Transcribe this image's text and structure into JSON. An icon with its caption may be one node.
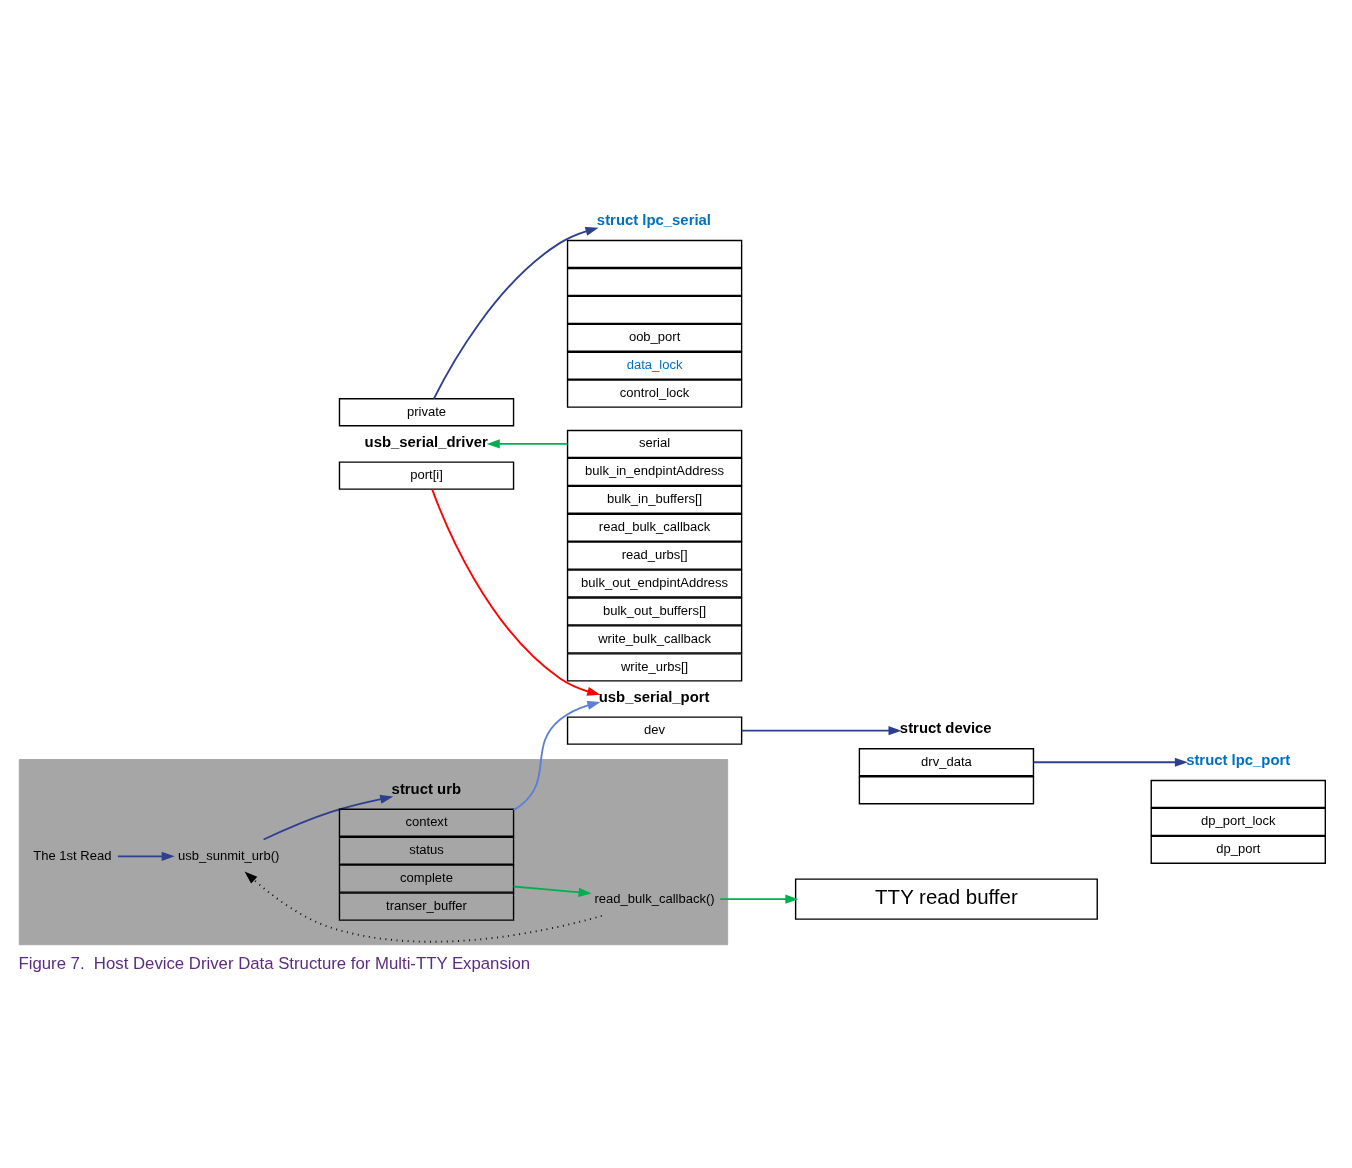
{
  "diagram": {
    "caption": "Figure 7.  Host Device Driver Data Structure for Multi-TTY Expansion",
    "nodes": [
      {
        "text": [
          "usb_serial_driver"
        ]
      },
      {
        "text": [
          "port[i]"
        ]
      },
      {
        "text": [
          "private"
        ]
      },
      {
        "text": [
          "usb_serial_port"
        ]
      },
      {
        "text": [
          "bulk_in_endpintAddress"
        ]
      },
      {
        "text": [
          "bulk_in_buffers[]"
        ]
      },
      {
        "text": [
          "read_bulk_callback"
        ]
      },
      {
        "text": [
          "read_urbs[]"
        ]
      },
      {
        "text": [
          "bulk_out_endpintAddress"
        ]
      },
      {
        "text": [
          "bulk_out_buffers[]"
        ]
      },
      {
        "text": [
          "write_bulk_callback"
        ]
      },
      {
        "text": [
          "write_urbs[]"
        ]
      },
      {
        "text": [
          "serial"
        ]
      },
      {
        "text": [
          "dev"
        ]
      },
      {
        "text": [
          "struct lpc_serial"
        ]
      },
      {
        "text": [],
        "shape": "box"
      },
      {
        "text": [],
        "shape": "box"
      },
      {
        "text": [],
        "shape": "box"
      },
      {
        "text": [
          "oob_port"
        ]
      },
      {
        "text": [
          "data_lock"
        ]
      },
      {
        "text": [
          "control_lock"
        ]
      },
      {
        "text": [
          "TTY read buffer"
        ]
      },
      {
        "text": [],
        "shape": "box"
      },
      {
        "text": [
          "The 1st Read"
        ],
        "in": 22
      },
      {
        "text": [
          "usb_sunmit_urb()"
        ],
        "in": 22
      },
      {
        "text": [
          "read_bulk_callback()"
        ],
        "in": 22
      },
      {
        "text": [
          "struct urb"
        ],
        "in": 22
      },
      {
        "text": [
          "context"
        ],
        "in": 22
      },
      {
        "text": [
          "status"
        ],
        "in": 22
      },
      {
        "text": [
          "complete"
        ],
        "in": 22
      },
      {
        "text": [
          "transer_buffer"
        ],
        "in": 22
      },
      {
        "text": [
          "struct device"
        ]
      },
      {
        "text": [
          "drv_data"
        ]
      },
      {
        "text": [],
        "shape": "box"
      },
      {
        "text": [
          "struct lpc_port"
        ]
      },
      {
        "text": [],
        "shape": "box"
      },
      {
        "text": [
          "dp_port_lock"
        ]
      },
      {
        "text": [
          "dp_port"
        ]
      }
    ],
    "edges": [
      {
        "from": 1,
        "to": 3,
        "arrow": "to",
        "color": "#ff0000"
      },
      {
        "from": 2,
        "to": 14,
        "arrow": "to"
      },
      {
        "from": 12,
        "to": 0,
        "arrow": "to",
        "color": "#00b050"
      },
      {
        "from": 13,
        "to": 31,
        "arrow": "to"
      },
      {
        "from": 32,
        "to": 34,
        "arrow": "to"
      },
      {
        "from": 27,
        "to": 3,
        "arrow": "to",
        "color": "#5b7fd6"
      },
      {
        "from": 23,
        "to": 24,
        "arrow": "to"
      },
      {
        "from": 24,
        "to": 26,
        "arrow": "to"
      },
      {
        "from": 29,
        "to": 25,
        "arrow": "to",
        "color": "#00b050"
      },
      {
        "from": 25,
        "to": 21,
        "arrow": "to",
        "color": "#00b050"
      },
      {
        "from": 25,
        "to": 24,
        "arrow": "to",
        "style": "dashed",
        "color": "#000000"
      }
    ]
  }
}
